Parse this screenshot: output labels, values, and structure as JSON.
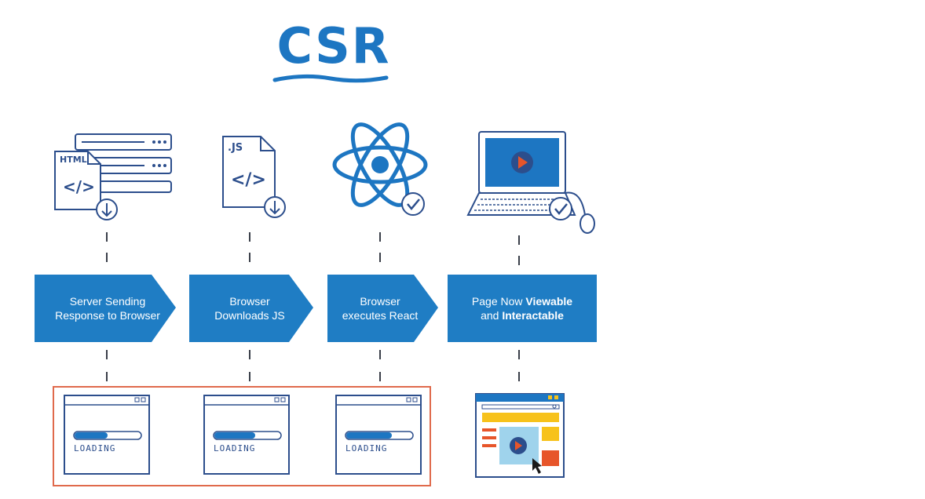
{
  "title": "CSR",
  "steps": [
    {
      "line1": "Server Sending",
      "line2": "Response to Browser"
    },
    {
      "line1": "Browser",
      "line2": "Downloads JS"
    },
    {
      "line1": "Browser",
      "line2": "executes React"
    },
    {
      "line1_prefix": "Page Now ",
      "line1_bold": "Viewable",
      "line2_prefix": "and ",
      "line2_bold": "Interactable"
    }
  ],
  "icon_labels": {
    "html": "HTML",
    "js": ".JS",
    "code": "</>"
  },
  "loading_label": "LOADING",
  "colors": {
    "accent": "#1d76c2",
    "arrow": "#1f7dc4",
    "outline": "#2c4e8c",
    "highlight": "#e06a4c",
    "yellow": "#f7c21b",
    "orange": "#e7552a"
  }
}
